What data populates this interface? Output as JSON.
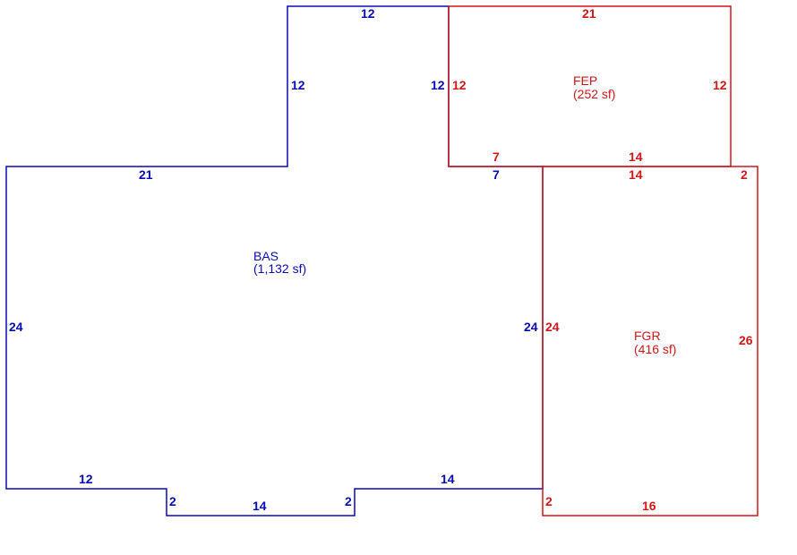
{
  "colors": {
    "bas": "#0a0ab4",
    "addon": "#d01818"
  },
  "areas": {
    "bas": {
      "code": "BAS",
      "area": "(1,132 sf)"
    },
    "fep": {
      "code": "FEP",
      "area": "(252 sf)"
    },
    "fgr": {
      "code": "FGR",
      "area": "(416 sf)"
    }
  },
  "dims": {
    "bas_top": "12",
    "bas_upper_left": "12",
    "bas_upper_right": "12",
    "bas_ledge_left": "21",
    "bas_ledge_right": "7",
    "bas_left": "24",
    "bas_right": "24",
    "bas_bottom_left": "12",
    "bas_notch_left": "2",
    "bas_notch_bottom": "14",
    "bas_notch_right": "2",
    "bas_bottom_right": "14",
    "fep_top": "21",
    "fep_left": "12",
    "fep_right": "12",
    "fep_bottom_left": "7",
    "fep_bottom_right": "14",
    "fgr_top": "14",
    "fgr_top_right": "2",
    "fgr_left": "24",
    "fgr_right": "26",
    "fgr_bottom_left": "2",
    "fgr_bottom": "16"
  }
}
